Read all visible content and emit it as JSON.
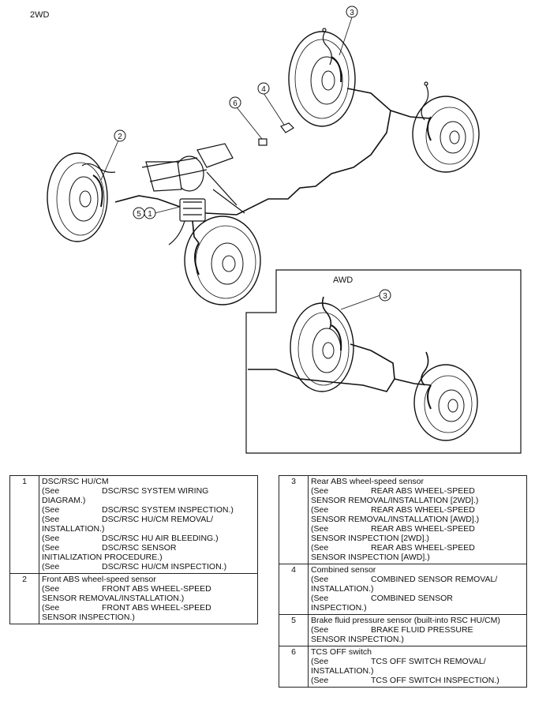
{
  "labels": {
    "main_view": "2WD",
    "inset_view": "AWD"
  },
  "callouts": {
    "c1": "1",
    "c2": "2",
    "c3": "3",
    "c4": "4",
    "c5": "5",
    "c6": "6",
    "c3_awd": "3"
  },
  "components": [
    {
      "number": "1",
      "title": "DSC/RSC HU/CM",
      "refs": [
        {
          "see": "(See",
          "text": "DSC/RSC SYSTEM WIRING",
          "cont": "DIAGRAM.)"
        },
        {
          "see": "(See",
          "text": "DSC/RSC SYSTEM INSPECTION.)"
        },
        {
          "see": "(See",
          "text": "DSC/RSC HU/CM REMOVAL/",
          "cont": "INSTALLATION.)"
        },
        {
          "see": "(See",
          "text": "DSC/RSC HU AIR BLEEDING.)"
        },
        {
          "see": "(See",
          "text": "DSC/RSC SENSOR",
          "cont": "INITIALIZATION PROCEDURE.)"
        },
        {
          "see": "(See",
          "text": "DSC/RSC HU/CM INSPECTION.)"
        }
      ]
    },
    {
      "number": "2",
      "title": "Front ABS wheel-speed sensor",
      "refs": [
        {
          "see": "(See",
          "text": "FRONT ABS WHEEL-SPEED",
          "cont": "SENSOR REMOVAL/INSTALLATION.)"
        },
        {
          "see": "(See",
          "text": "FRONT ABS WHEEL-SPEED",
          "cont": "SENSOR INSPECTION.)"
        }
      ]
    },
    {
      "number": "3",
      "title": "Rear ABS wheel-speed sensor",
      "refs": [
        {
          "see": "(See",
          "text": "REAR ABS WHEEL-SPEED",
          "cont": "SENSOR REMOVAL/INSTALLATION [2WD].)"
        },
        {
          "see": "(See",
          "text": "REAR ABS WHEEL-SPEED",
          "cont": "SENSOR REMOVAL/INSTALLATION [AWD].)"
        },
        {
          "see": "(See",
          "text": "REAR ABS WHEEL-SPEED",
          "cont": "SENSOR INSPECTION [2WD].)"
        },
        {
          "see": "(See",
          "text": "REAR ABS WHEEL-SPEED",
          "cont": "SENSOR INSPECTION [AWD].)"
        }
      ]
    },
    {
      "number": "4",
      "title": "Combined sensor",
      "refs": [
        {
          "see": "(See",
          "text": "COMBINED SENSOR REMOVAL/",
          "cont": "INSTALLATION.)"
        },
        {
          "see": "(See",
          "text": "COMBINED SENSOR",
          "cont": "INSPECTION.)"
        }
      ]
    },
    {
      "number": "5",
      "title": "Brake fluid pressure sensor (built-into RSC HU/CM)",
      "refs": [
        {
          "see": "(See",
          "text": "BRAKE FLUID PRESSURE",
          "cont": "SENSOR INSPECTION.)"
        }
      ]
    },
    {
      "number": "6",
      "title": "TCS OFF switch",
      "refs": [
        {
          "see": "(See",
          "text": "TCS OFF SWITCH REMOVAL/",
          "cont": "INSTALLATION.)"
        },
        {
          "see": "(See",
          "text": "TCS OFF SWITCH INSPECTION.)"
        }
      ]
    }
  ]
}
